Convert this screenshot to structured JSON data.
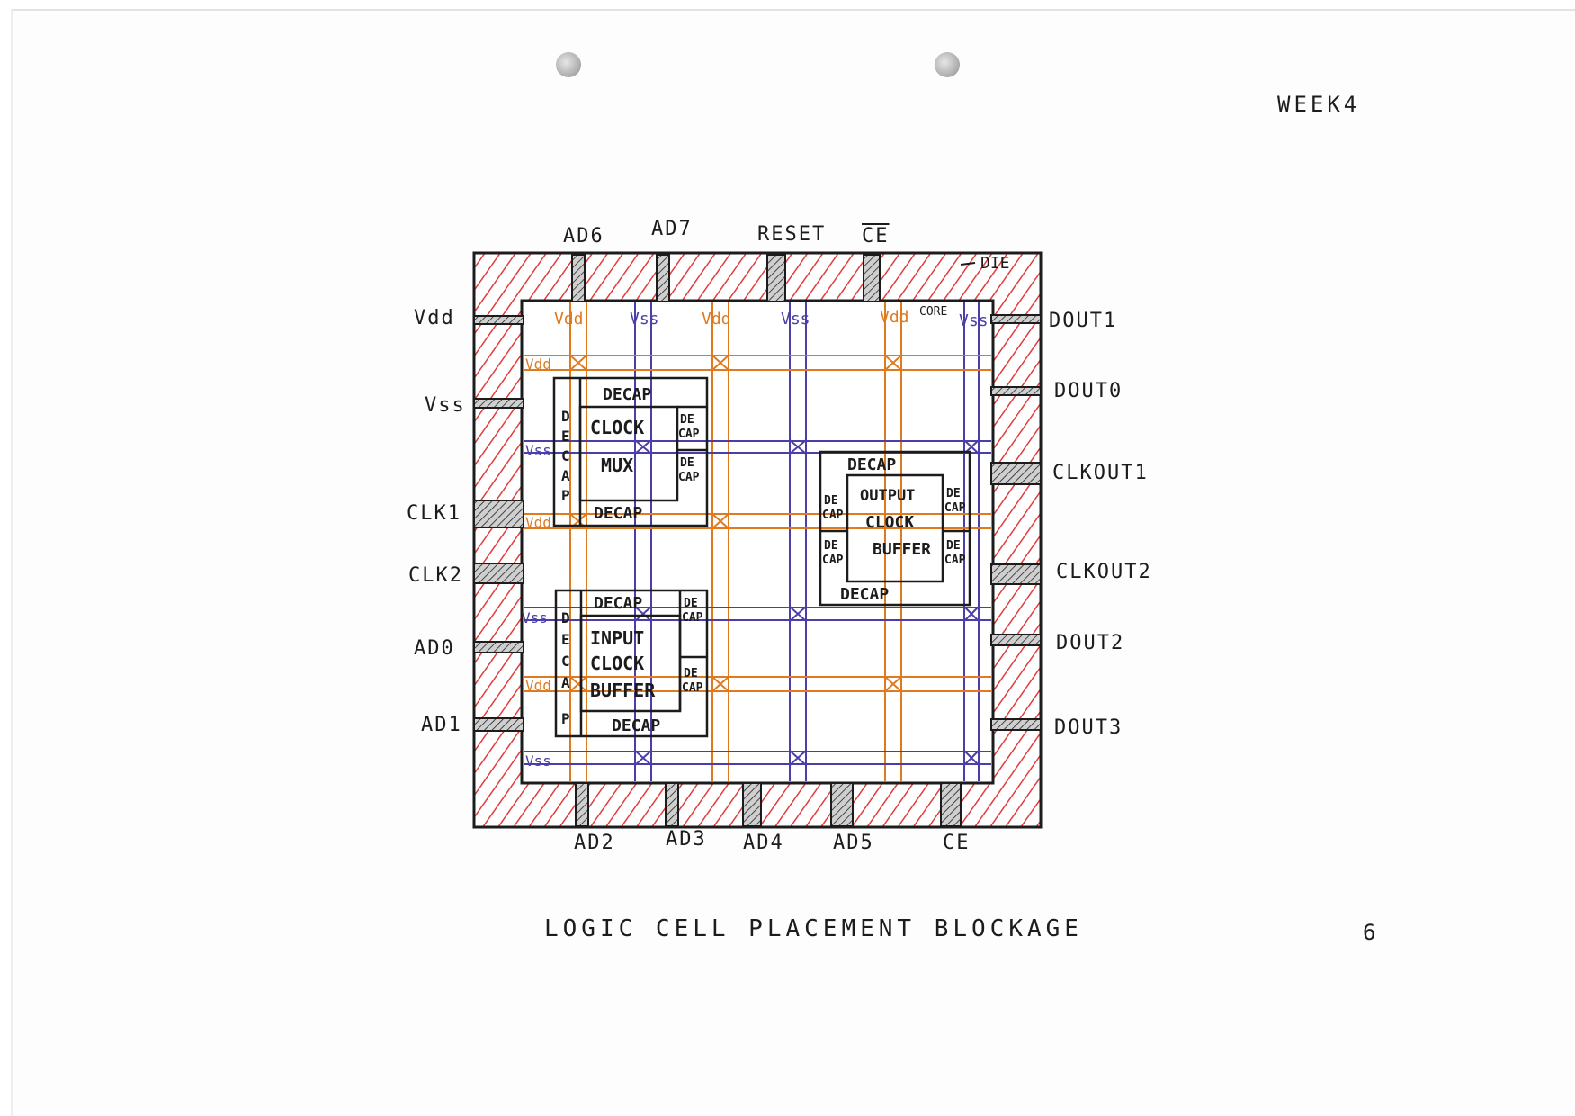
{
  "header": {
    "week": "WEEK4"
  },
  "footer": {
    "caption": "LOGIC CELL PLACEMENT BLOCKAGE",
    "page_number": "6"
  },
  "regions": {
    "die": "DIE",
    "core": "CORE"
  },
  "pins": {
    "top": [
      "AD6",
      "AD7",
      "RESET",
      "CE"
    ],
    "top_overbar_index": 3,
    "bottom": [
      "AD2",
      "AD3",
      "AD4",
      "AD5",
      "CE"
    ],
    "left": [
      "Vdd",
      "Vss",
      "CLK1",
      "CLK2",
      "AD0",
      "AD1"
    ],
    "right": [
      "DOUT1",
      "DOUT0",
      "CLKOUT1",
      "CLKOUT2",
      "DOUT2",
      "DOUT3"
    ]
  },
  "power_rails": {
    "vertical_labels": [
      "Vdd",
      "Vss",
      "Vdd",
      "Vss",
      "Vdd",
      "Vss"
    ],
    "horizontal_labels": [
      "Vdd",
      "Vss",
      "Vdd",
      "Vss",
      "Vdd",
      "Vss"
    ],
    "vdd_color": "#e07a1e",
    "vss_color": "#4a3fa8"
  },
  "blocks": {
    "clock_mux": {
      "name_lines": [
        "CLOCK",
        "MUX"
      ],
      "decap_top": "DECAP",
      "decap_bottom": "DECAP",
      "decap_left": [
        "D",
        "E",
        "C",
        "A",
        "P"
      ],
      "decap_right_1": [
        "DE",
        "CAP"
      ],
      "decap_right_2": [
        "DE",
        "CAP"
      ]
    },
    "input_clock_buffer": {
      "name_lines": [
        "INPUT",
        "CLOCK",
        "BUFFER"
      ],
      "decap_top": "DECAP",
      "decap_bottom": "DECAP",
      "decap_left": [
        "D",
        "E",
        "C",
        "A",
        "P"
      ],
      "decap_right_1": [
        "DE",
        "CAP"
      ],
      "decap_right_2": [
        "DE",
        "CAP"
      ]
    },
    "output_clock_buffer": {
      "name_lines": [
        "OUTPUT",
        "CLOCK",
        "BUFFER"
      ],
      "decap_top": "DECAP",
      "decap_bottom": "DECAP",
      "decap_left_1": [
        "DE",
        "CAP"
      ],
      "decap_left_2": [
        "DE",
        "CAP"
      ],
      "decap_right_1": [
        "DE",
        "CAP"
      ],
      "decap_right_2": [
        "DE",
        "CAP"
      ]
    }
  },
  "colors": {
    "blockage_hatch": "#e23b3b",
    "ink": "#1c1c1c",
    "pin_fill": "#9a9a9a"
  }
}
